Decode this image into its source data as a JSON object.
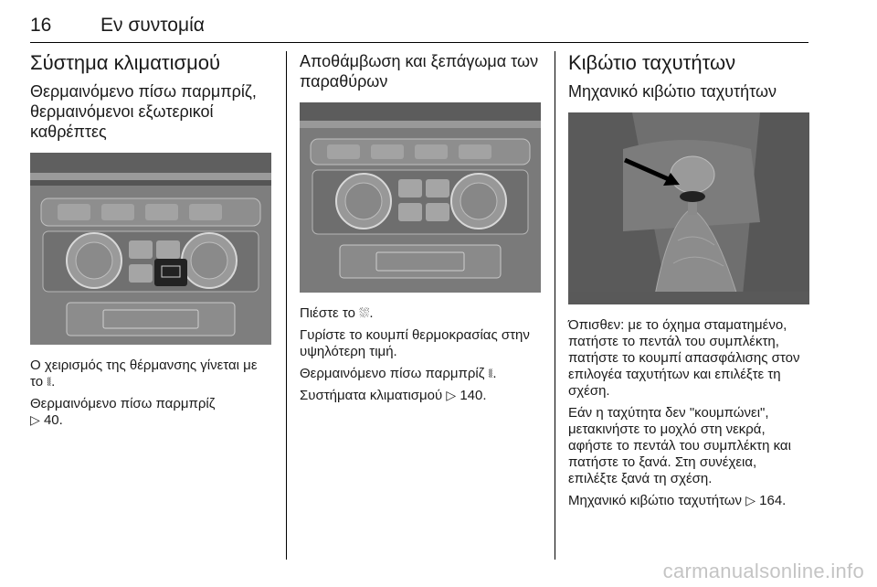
{
  "header": {
    "page_number": "16",
    "running_title": "Εν συντομία"
  },
  "col1": {
    "section_title": "Σύστημα κλιματισμού",
    "subheading": "Θερμαινόμενο πίσω παρμπρίζ, θερμαινόμενοι εξωτερικοί καθρέπτες",
    "p1": "Ο χειρισμός της θέρμανσης γίνεται με το",
    "p1_icon": "⧛",
    "p1_end": ".",
    "p2": "Θερμαινόμενο πίσω παρμπρίζ",
    "p2_ref_icon": "▷",
    "p2_ref": "40."
  },
  "col2": {
    "subheading": "Αποθάμβωση και ξεπάγωμα των παραθύρων",
    "p1": "Πιέστε το",
    "p1_icon": "⛆",
    "p1_end": ".",
    "p2": "Γυρίστε το κουμπί θερμοκρασίας στην υψηλότερη τιμή.",
    "p3": "Θερμαινόμενο πίσω παρμπρίζ",
    "p3_icon": "⧛",
    "p3_end": ".",
    "p4": "Συστήματα κλιματισμού",
    "p4_ref_icon": "▷",
    "p4_ref": "140."
  },
  "col3": {
    "section_title": "Κιβώτιο ταχυτήτων",
    "subheading": "Μηχανικό κιβώτιο ταχυτήτων",
    "p1": "Όπισθεν: με το όχημα σταματημένο, πατήστε το πεντάλ του συμπλέκτη, πατήστε το κουμπί απασφάλισης στον επιλογέα ταχυτήτων και επιλέξτε τη σχέση.",
    "p2": "Εάν η ταχύτητα δεν \"κουμπώνει\", μετακινήστε το μοχλό στη νεκρά, αφήστε το πεντάλ του συμπλέκτη και πατήστε το ξανά. Στη συνέχεια, επιλέξτε ξανά τη σχέση.",
    "p3": "Μηχανικό κιβώτιο ταχυτήτων",
    "p3_ref_icon": "▷",
    "p3_ref": "164."
  },
  "watermark": "carmanualsonline.info"
}
